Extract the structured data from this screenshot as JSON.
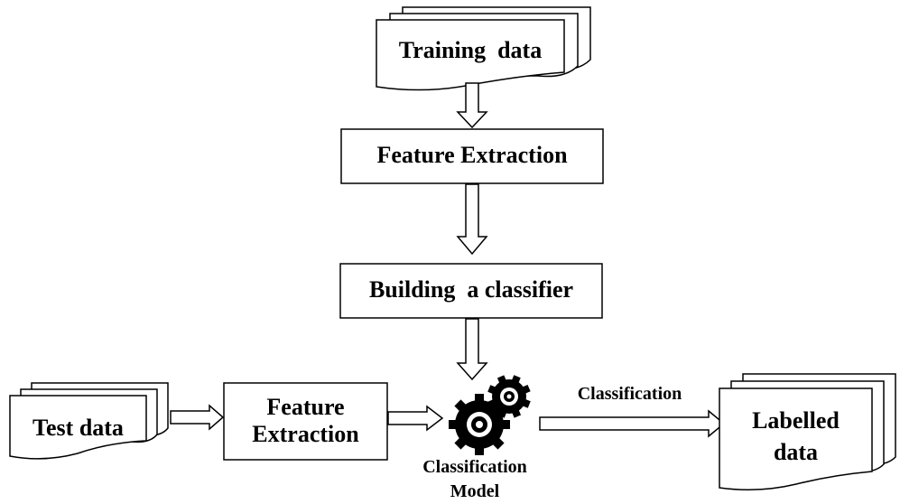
{
  "nodes": {
    "training_data": "Training  data",
    "feature_extraction_top": "Feature Extraction",
    "building_classifier": "Building  a classifier",
    "test_data": "Test data",
    "feature_extraction_bottom_line1": "Feature",
    "feature_extraction_bottom_line2": "Extraction",
    "classification_model_line1": "Classification",
    "classification_model_line2": "Model",
    "labelled_data_line1": "Labelled",
    "labelled_data_line2": "data"
  },
  "edges": {
    "classification_label": "Classification"
  },
  "icons": {
    "model_icon": "gears-icon",
    "arrow_icon": "hollow-block-arrow"
  },
  "colors": {
    "stroke": "#000000",
    "fill": "#ffffff",
    "text": "#000000",
    "gear": "#000000"
  }
}
